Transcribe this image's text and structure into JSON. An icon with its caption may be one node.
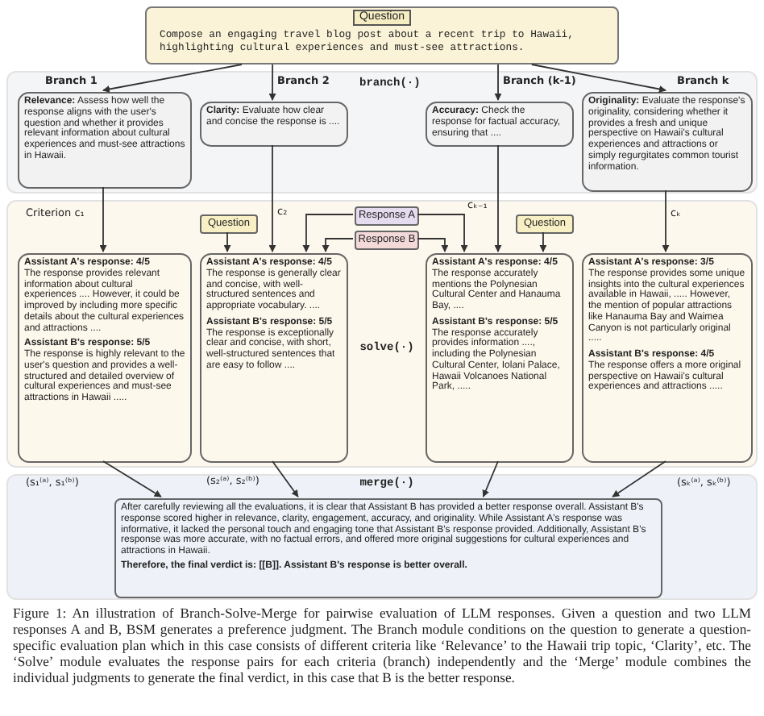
{
  "diagram": {
    "caption": "Figure 1: An illustration of Branch-Solve-Merge for pairwise evaluation of LLM responses. Given a question and two LLM responses A and B, BSM generates a preference judgment. The Branch module conditions on the question to generate a question-specific evaluation plan which in this case consists of different criteria like ‘Relevance’ to the Hawaii trip topic, ‘Clarity’, etc. The ‘Solve’ module evaluates the response pairs for each criteria (branch) independently and the ‘Merge’ module combines the individual judgments to generate the final verdict, in this case that B is the better response.",
    "nodes": [
      {
        "text": [
          "Question",
          "Compose an engaging travel blog post about a recent trip to Hawaii, highlighting cultural experiences and must-see attractions."
        ]
      },
      {
        "text": [
          "branch(·)"
        ]
      },
      {
        "text": [
          "**Relevance:** Assess how well the response aligns with the user's question and whether it provides relevant information about cultural experiences and must-see attractions in Hawaii."
        ],
        "in": 1
      },
      {
        "text": [
          "**Clarity:** Evaluate how clear and concise the response is ...."
        ],
        "in": 1
      },
      {
        "text": [
          "**Accuracy:** Check the response for factual accuracy, ensuring that ...."
        ],
        "in": 1
      },
      {
        "text": [
          "**Originality:** Evaluate the response's originality, considering whether it provides a fresh and unique perspective on Hawaii's cultural experiences and attractions or simply regurgitates common tourist information."
        ],
        "in": 1
      },
      {
        "text": [
          "solve(·)"
        ]
      },
      {
        "text": [
          "Question"
        ],
        "in": 6
      },
      {
        "text": [
          "Response A"
        ],
        "in": 6
      },
      {
        "text": [
          "Response B"
        ],
        "in": 6
      },
      {
        "text": [
          "Question"
        ],
        "in": 6
      },
      {
        "text": [
          "Assistant A's response: 4/5",
          "The response provides relevant information about cultural experiences .... However, it could be improved by including more specific details about the cultural experiences and attractions ....",
          "Assistant B's response: 5/5",
          "The response is highly relevant to the user's question and provides a well-structured and detailed overview of cultural experiences and must-see attractions in Hawaii ....."
        ],
        "in": 6
      },
      {
        "text": [
          "Assistant A's response: 4/5",
          "The response is generally clear and concise, with well-structured sentences and appropriate vocabulary. ....",
          "Assistant B's response: 5/5",
          "The response is exceptionally clear and concise, with short, well-structured sentences that are easy to follow ...."
        ],
        "in": 6
      },
      {
        "text": [
          "Assistant A's response: 4/5",
          "The response accurately mentions the Polynesian Cultural Center and Hanauma Bay, ....",
          "Assistant B's response: 5/5",
          "The response accurately provides information ...., including the Polynesian Cultural Center, Iolani Palace, Hawaii Volcanoes National Park, ....."
        ],
        "in": 6
      },
      {
        "text": [
          "Assistant A's response: 3/5",
          "The response provides some unique insights into the cultural experiences available in Hawaii, ..... However, the mention of popular attractions like Hanauma Bay and Waimea Canyon is not particularly original .....",
          "Assistant B's response: 4/5",
          "The response offers a more original perspective on Hawaii's cultural experiences and attractions ....."
        ],
        "in": 6
      },
      {
        "text": [
          "merge(·)"
        ]
      },
      {
        "text": [
          "After carefully reviewing all the evaluations, it is clear that Assistant B has provided a better response overall. Assistant B's response scored higher in relevance, clarity, engagement, accuracy, and originality. While Assistant A's response was informative, it lacked the personal touch and engaging tone that Assistant B's response provided. Additionally, Assistant B's response was more accurate, with no factual errors, and offered more original suggestions for cultural experiences and attractions in Hawaii.",
          "Therefore, the final verdict is: [[B]]. Assistant B's response is better overall."
        ],
        "in": 15
      }
    ],
    "edges": [
      {
        "from": 0,
        "to": 2,
        "arrow": "to",
        "label": "Branch 1"
      },
      {
        "from": 0,
        "to": 3,
        "arrow": "to",
        "label": "Branch 2"
      },
      {
        "from": 0,
        "to": 4,
        "arrow": "to",
        "label": "Branch (k-1)"
      },
      {
        "from": 0,
        "to": 5,
        "arrow": "to",
        "label": "Branch k"
      },
      {
        "from": 2,
        "to": 11,
        "arrow": "to",
        "label": "Criterion c₁"
      },
      {
        "from": 3,
        "to": 12,
        "arrow": "to",
        "label": "c₂"
      },
      {
        "from": 4,
        "to": 13,
        "arrow": "to",
        "label": "cₖ₋₁"
      },
      {
        "from": 5,
        "to": 14,
        "arrow": "to",
        "label": "cₖ"
      },
      {
        "from": 7,
        "to": 12,
        "arrow": "to"
      },
      {
        "from": 8,
        "to": 12,
        "arrow": "to"
      },
      {
        "from": 9,
        "to": 12,
        "arrow": "to"
      },
      {
        "from": 10,
        "to": 13,
        "arrow": "to"
      },
      {
        "from": 8,
        "to": 13,
        "arrow": "to"
      },
      {
        "from": 9,
        "to": 13,
        "arrow": "to"
      },
      {
        "from": 11,
        "to": 16,
        "arrow": "to",
        "label": "(s₁⁽ᵃ⁾, s₁⁽ᵇ⁾)"
      },
      {
        "from": 12,
        "to": 16,
        "arrow": "to",
        "label": "(s₂⁽ᵃ⁾, s₂⁽ᵇ⁾)"
      },
      {
        "from": 13,
        "to": 16,
        "arrow": "to"
      },
      {
        "from": 14,
        "to": 16,
        "arrow": "to",
        "label": "(sₖ⁽ᵃ⁾, sₖ⁽ᵇ⁾)"
      }
    ]
  }
}
